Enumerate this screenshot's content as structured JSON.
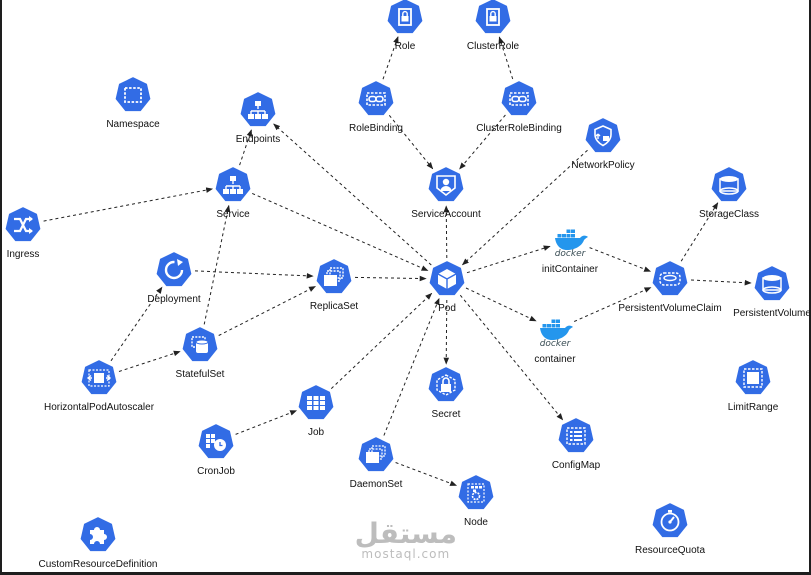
{
  "nodes": [
    {
      "id": "role",
      "label": "Role",
      "icon": "role-icon"
    },
    {
      "id": "clusterrole",
      "label": "ClusterRole",
      "icon": "clusterrole-icon"
    },
    {
      "id": "namespace",
      "label": "Namespace",
      "icon": "namespace-icon"
    },
    {
      "id": "endpoints",
      "label": "Endpoints",
      "icon": "endpoints-icon"
    },
    {
      "id": "rolebinding",
      "label": "RoleBinding",
      "icon": "rolebinding-icon"
    },
    {
      "id": "clusterrolebinding",
      "label": "ClusterRoleBinding",
      "icon": "clusterrolebinding-icon"
    },
    {
      "id": "networkpolicy",
      "label": "NetworkPolicy",
      "icon": "networkpolicy-icon"
    },
    {
      "id": "service",
      "label": "Service",
      "icon": "service-icon"
    },
    {
      "id": "serviceaccount",
      "label": "ServiceAccount",
      "icon": "serviceaccount-icon"
    },
    {
      "id": "storageclass",
      "label": "StorageClass",
      "icon": "storageclass-icon"
    },
    {
      "id": "ingress",
      "label": "Ingress",
      "icon": "ingress-icon"
    },
    {
      "id": "initcontainer",
      "label": "initContainer",
      "icon": "docker-icon"
    },
    {
      "id": "deployment",
      "label": "Deployment",
      "icon": "deployment-icon"
    },
    {
      "id": "replicaset",
      "label": "ReplicaSet",
      "icon": "replicaset-icon"
    },
    {
      "id": "pod",
      "label": "Pod",
      "icon": "pod-icon"
    },
    {
      "id": "pvc",
      "label": "PersistentVolumeClaim",
      "icon": "pvc-icon"
    },
    {
      "id": "pv",
      "label": "PersistentVolume",
      "icon": "pv-icon"
    },
    {
      "id": "container",
      "label": "container",
      "icon": "docker-icon"
    },
    {
      "id": "statefulset",
      "label": "StatefulSet",
      "icon": "statefulset-icon"
    },
    {
      "id": "hpa",
      "label": "HorizontalPodAutoscaler",
      "icon": "hpa-icon"
    },
    {
      "id": "secret",
      "label": "Secret",
      "icon": "secret-icon"
    },
    {
      "id": "limitrange",
      "label": "LimitRange",
      "icon": "limitrange-icon"
    },
    {
      "id": "job",
      "label": "Job",
      "icon": "job-icon"
    },
    {
      "id": "cronjob",
      "label": "CronJob",
      "icon": "cronjob-icon"
    },
    {
      "id": "configmap",
      "label": "ConfigMap",
      "icon": "configmap-icon"
    },
    {
      "id": "daemonset",
      "label": "DaemonSet",
      "icon": "daemonset-icon"
    },
    {
      "id": "node",
      "label": "Node",
      "icon": "node-icon"
    },
    {
      "id": "crd",
      "label": "CustomResourceDefinition",
      "icon": "crd-icon"
    },
    {
      "id": "resourcequota",
      "label": "ResourceQuota",
      "icon": "resourcequota-icon"
    }
  ],
  "edges": [
    {
      "from": "rolebinding",
      "to": "role"
    },
    {
      "from": "clusterrolebinding",
      "to": "clusterrole"
    },
    {
      "from": "rolebinding",
      "to": "serviceaccount"
    },
    {
      "from": "clusterrolebinding",
      "to": "serviceaccount"
    },
    {
      "from": "pod",
      "to": "serviceaccount"
    },
    {
      "from": "service",
      "to": "endpoints"
    },
    {
      "from": "pod",
      "to": "endpoints"
    },
    {
      "from": "ingress",
      "to": "service"
    },
    {
      "from": "service",
      "to": "pod"
    },
    {
      "from": "networkpolicy",
      "to": "pod"
    },
    {
      "from": "deployment",
      "to": "replicaset"
    },
    {
      "from": "replicaset",
      "to": "pod"
    },
    {
      "from": "statefulset",
      "to": "service"
    },
    {
      "from": "statefulset",
      "to": "replicaset"
    },
    {
      "from": "hpa",
      "to": "deployment"
    },
    {
      "from": "hpa",
      "to": "statefulset"
    },
    {
      "from": "job",
      "to": "pod"
    },
    {
      "from": "cronjob",
      "to": "job"
    },
    {
      "from": "daemonset",
      "to": "pod"
    },
    {
      "from": "daemonset",
      "to": "node"
    },
    {
      "from": "pod",
      "to": "secret"
    },
    {
      "from": "pod",
      "to": "configmap"
    },
    {
      "from": "pod",
      "to": "initcontainer"
    },
    {
      "from": "pod",
      "to": "container"
    },
    {
      "from": "initcontainer",
      "to": "pvc"
    },
    {
      "from": "container",
      "to": "pvc"
    },
    {
      "from": "pvc",
      "to": "storageclass"
    },
    {
      "from": "pvc",
      "to": "pv"
    }
  ],
  "docker_word": "docker",
  "watermark": {
    "arabic": "مستقل",
    "latin": "mostaql.com"
  },
  "colors": {
    "hex": "#326ce5",
    "edge": "#222222",
    "icon": "#ffffff"
  }
}
